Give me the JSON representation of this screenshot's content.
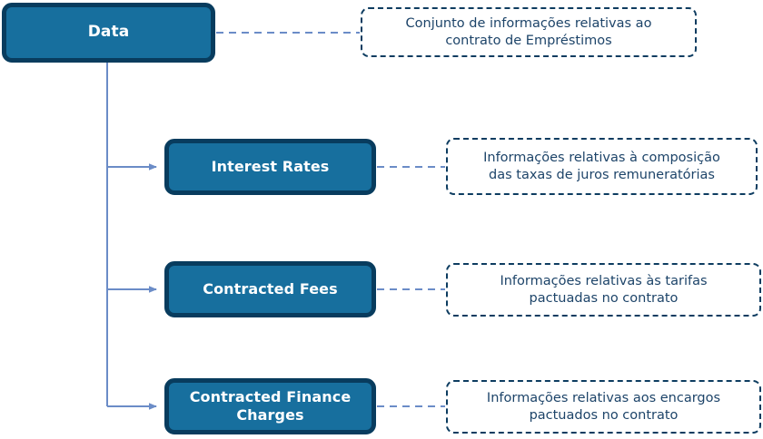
{
  "diagram": {
    "title": "Data structure tree",
    "colors": {
      "node_fill": "#176f9e",
      "node_border": "#083c5e",
      "node_text": "#ffffff",
      "note_border": "#0d3c60",
      "note_text": "#1d4469",
      "connector": "#6b8cc7"
    },
    "nodes": [
      {
        "id": "root",
        "label": "Data",
        "note": "Conjunto de informações relativas ao\ncontrato de Empréstimos"
      },
      {
        "id": "interest-rates",
        "label": "Interest Rates",
        "note": "Informações relativas à composição\ndas taxas de juros remuneratórias"
      },
      {
        "id": "contracted-fees",
        "label": "Contracted Fees",
        "note": "Informações relativas às tarifas\npactuadas no contrato"
      },
      {
        "id": "contracted-finance-charges",
        "label": "Contracted Finance\nCharges",
        "note": "Informações relativas aos encargos\npactuados no contrato"
      }
    ]
  }
}
